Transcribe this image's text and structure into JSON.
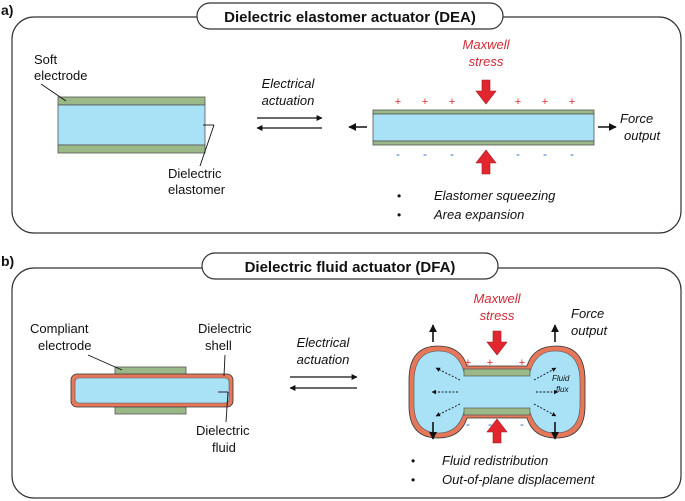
{
  "panel_a": {
    "letter": "a)",
    "title": "Dielectric elastomer actuator (DEA)",
    "label_soft_1": "Soft",
    "label_soft_2": "electrode",
    "label_dielectric_1": "Dielectric",
    "label_dielectric_2": "elastomer",
    "actuation_1": "Electrical",
    "actuation_2": "actuation",
    "maxwell_1": "Maxwell",
    "maxwell_2": "stress",
    "force_1": "Force",
    "force_2": "output",
    "plus": "+",
    "minus": "-",
    "bullets": [
      "Elastomer squeezing",
      "Area expansion"
    ]
  },
  "panel_b": {
    "letter": "b)",
    "title": "Dielectric fluid actuator (DFA)",
    "label_compliant_1": "Compliant",
    "label_compliant_2": "electrode",
    "label_shell_1": "Dielectric",
    "label_shell_2": "shell",
    "label_fluid_1": "Dielectric",
    "label_fluid_2": "fluid",
    "actuation_1": "Electrical",
    "actuation_2": "actuation",
    "maxwell_1": "Maxwell",
    "maxwell_2": "stress",
    "force_1": "Force",
    "force_2": "output",
    "flux_1": "Fluid",
    "flux_2": "flux",
    "plus": "+",
    "minus": "-",
    "bullets": [
      "Fluid redistribution",
      "Out-of-plane displacement"
    ]
  },
  "colors": {
    "electrode": "#9bb889",
    "elastomer": "#a9e1f7",
    "shell": "#e5775b",
    "maxwell": "#d02a35",
    "plus": "#e3262e",
    "minus": "#2e6fd0"
  }
}
